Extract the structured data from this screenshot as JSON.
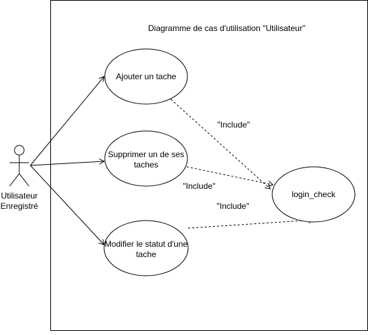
{
  "diagram": {
    "title": "Diagramme de cas d'utilisation \"Utilisateur\"",
    "actor": {
      "line1": "Utilisateur",
      "line2": "Enregistré"
    },
    "use_cases": {
      "add_task": {
        "lines": [
          "Ajouter un tache"
        ]
      },
      "delete_task": {
        "lines": [
          "Supprimer un de ses",
          "taches"
        ]
      },
      "modify_status": {
        "lines": [
          "Modifier le statut d'une",
          "tache"
        ]
      },
      "login_check": {
        "lines": [
          "login_check"
        ]
      }
    },
    "relations": {
      "include_1": "\"Include\"",
      "include_2": "\"Include\"",
      "include_3": "\"Include\""
    }
  }
}
